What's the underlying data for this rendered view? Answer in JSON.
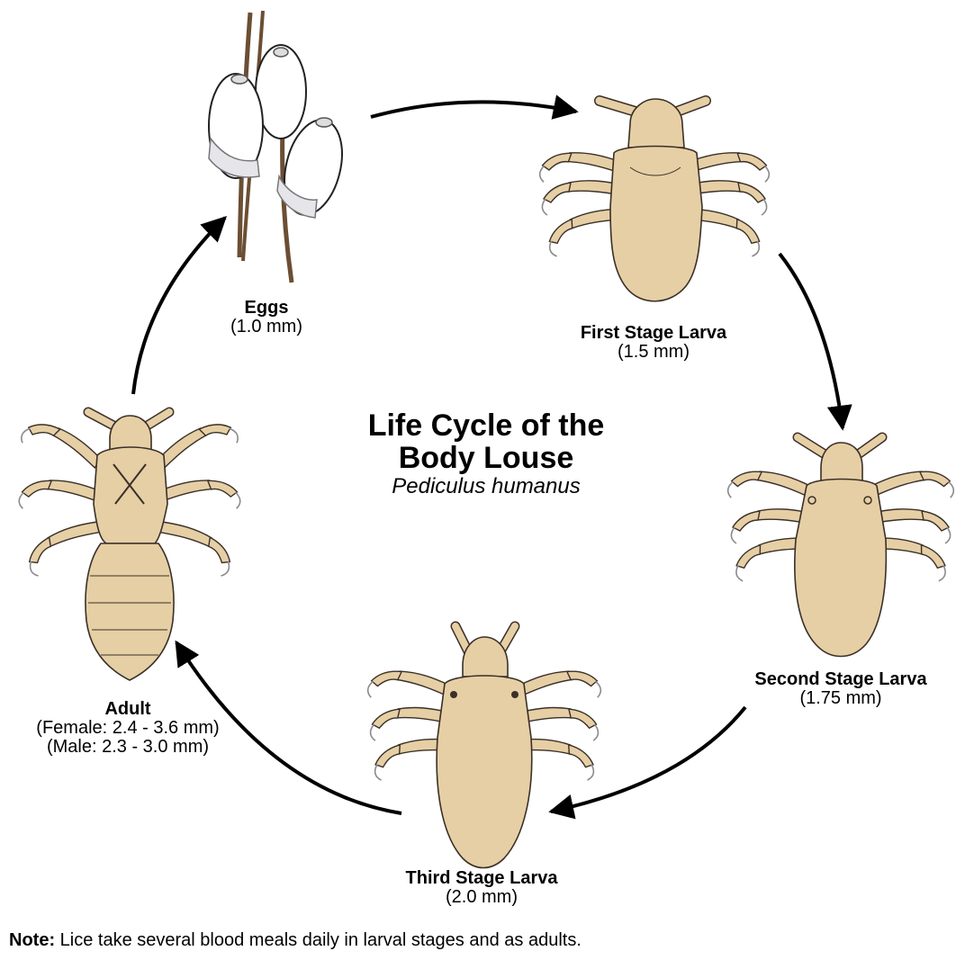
{
  "title": {
    "line1": "Life Cycle of the",
    "line2": "Body Louse",
    "scientific": "Pediculus humanus"
  },
  "stages": [
    {
      "name": "Eggs",
      "size": "(1.0 mm)"
    },
    {
      "name": "First Stage Larva",
      "size": "(1.5 mm)"
    },
    {
      "name": "Second Stage Larva",
      "size": "(1.75 mm)"
    },
    {
      "name": "Third Stage Larva",
      "size": "(2.0 mm)"
    },
    {
      "name": "Adult",
      "size_female": "(Female: 2.4 - 3.6 mm)",
      "size_male": "(Male: 2.3 - 3.0 mm)"
    }
  ],
  "note": {
    "label": "Note:",
    "text": " Lice take several blood meals daily in larval stages and as adults."
  },
  "colors": {
    "body": "#e6cfa5",
    "outline": "#3a3028",
    "hair": "#6b4e33",
    "arrow": "#000000"
  }
}
